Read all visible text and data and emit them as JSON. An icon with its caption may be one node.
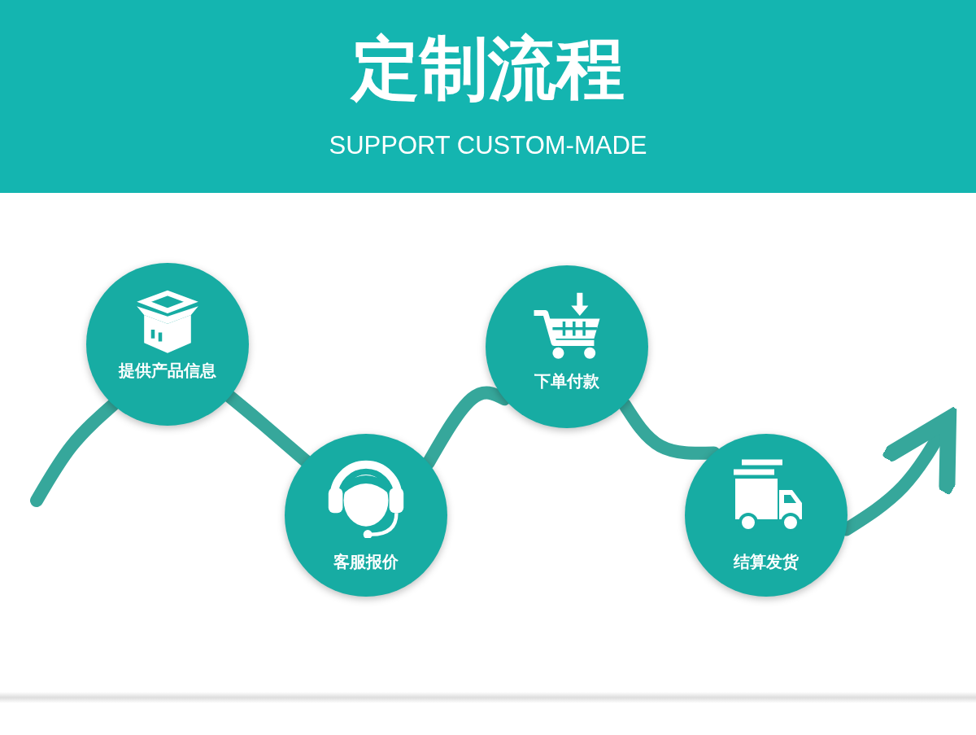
{
  "diagram": {
    "title": "定制流程",
    "nodes": [
      {
        "text": [
          "提供产品信息"
        ]
      },
      {
        "text": [
          "客服报价"
        ]
      },
      {
        "text": [
          "下单付款"
        ]
      },
      {
        "text": [
          "结算发货"
        ]
      }
    ],
    "edges": [
      {
        "from": null,
        "to": 0,
        "arrow": "none"
      },
      {
        "from": 0,
        "to": 1,
        "arrow": "none"
      },
      {
        "from": 1,
        "to": 2,
        "arrow": "none"
      },
      {
        "from": 2,
        "to": 3,
        "arrow": "none"
      },
      {
        "from": 3,
        "to": null,
        "arrow": "to"
      }
    ],
    "labels": [
      "SUPPORT CUSTOM-MADE"
    ]
  }
}
